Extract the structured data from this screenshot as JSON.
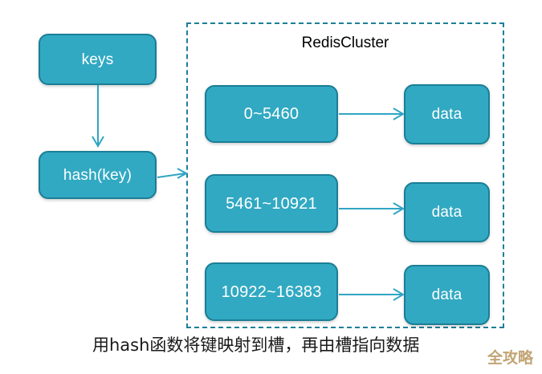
{
  "diagram": {
    "title": "RedisCluster",
    "caption": "用hash函数将键映射到槽，再由槽指向数据",
    "watermark": "全攻略",
    "colors": {
      "node_fill": "#31A9C2",
      "node_border": "#1B7E96",
      "node_text": "#ffffff",
      "cluster_border": "#1E7F99",
      "arrow": "#30A5C4",
      "title_text": "#000000",
      "caption_text": "#1a1a1a",
      "watermark_text": "#C2A474",
      "background": "#ffffff"
    },
    "left_nodes": [
      {
        "id": "keys",
        "label": "keys"
      },
      {
        "id": "hash",
        "label": "hash(key)"
      }
    ],
    "slot_rows": [
      {
        "slot_label": "0~5460",
        "data_label": "data"
      },
      {
        "slot_label": "5461~10921",
        "data_label": "data"
      },
      {
        "slot_label": "10922~16383",
        "data_label": "data"
      }
    ],
    "arrows": [
      {
        "id": "keys-to-hash",
        "from": "keys",
        "to": "hash",
        "direction": "down"
      },
      {
        "id": "hash-to-cluster",
        "from": "hash",
        "to": "cluster",
        "direction": "right"
      },
      {
        "id": "slot1-to-data1",
        "from": "0~5460",
        "to": "data",
        "direction": "right"
      },
      {
        "id": "slot2-to-data2",
        "from": "5461~10921",
        "to": "data",
        "direction": "right"
      },
      {
        "id": "slot3-to-data3",
        "from": "10922~16383",
        "to": "data",
        "direction": "right"
      }
    ]
  }
}
